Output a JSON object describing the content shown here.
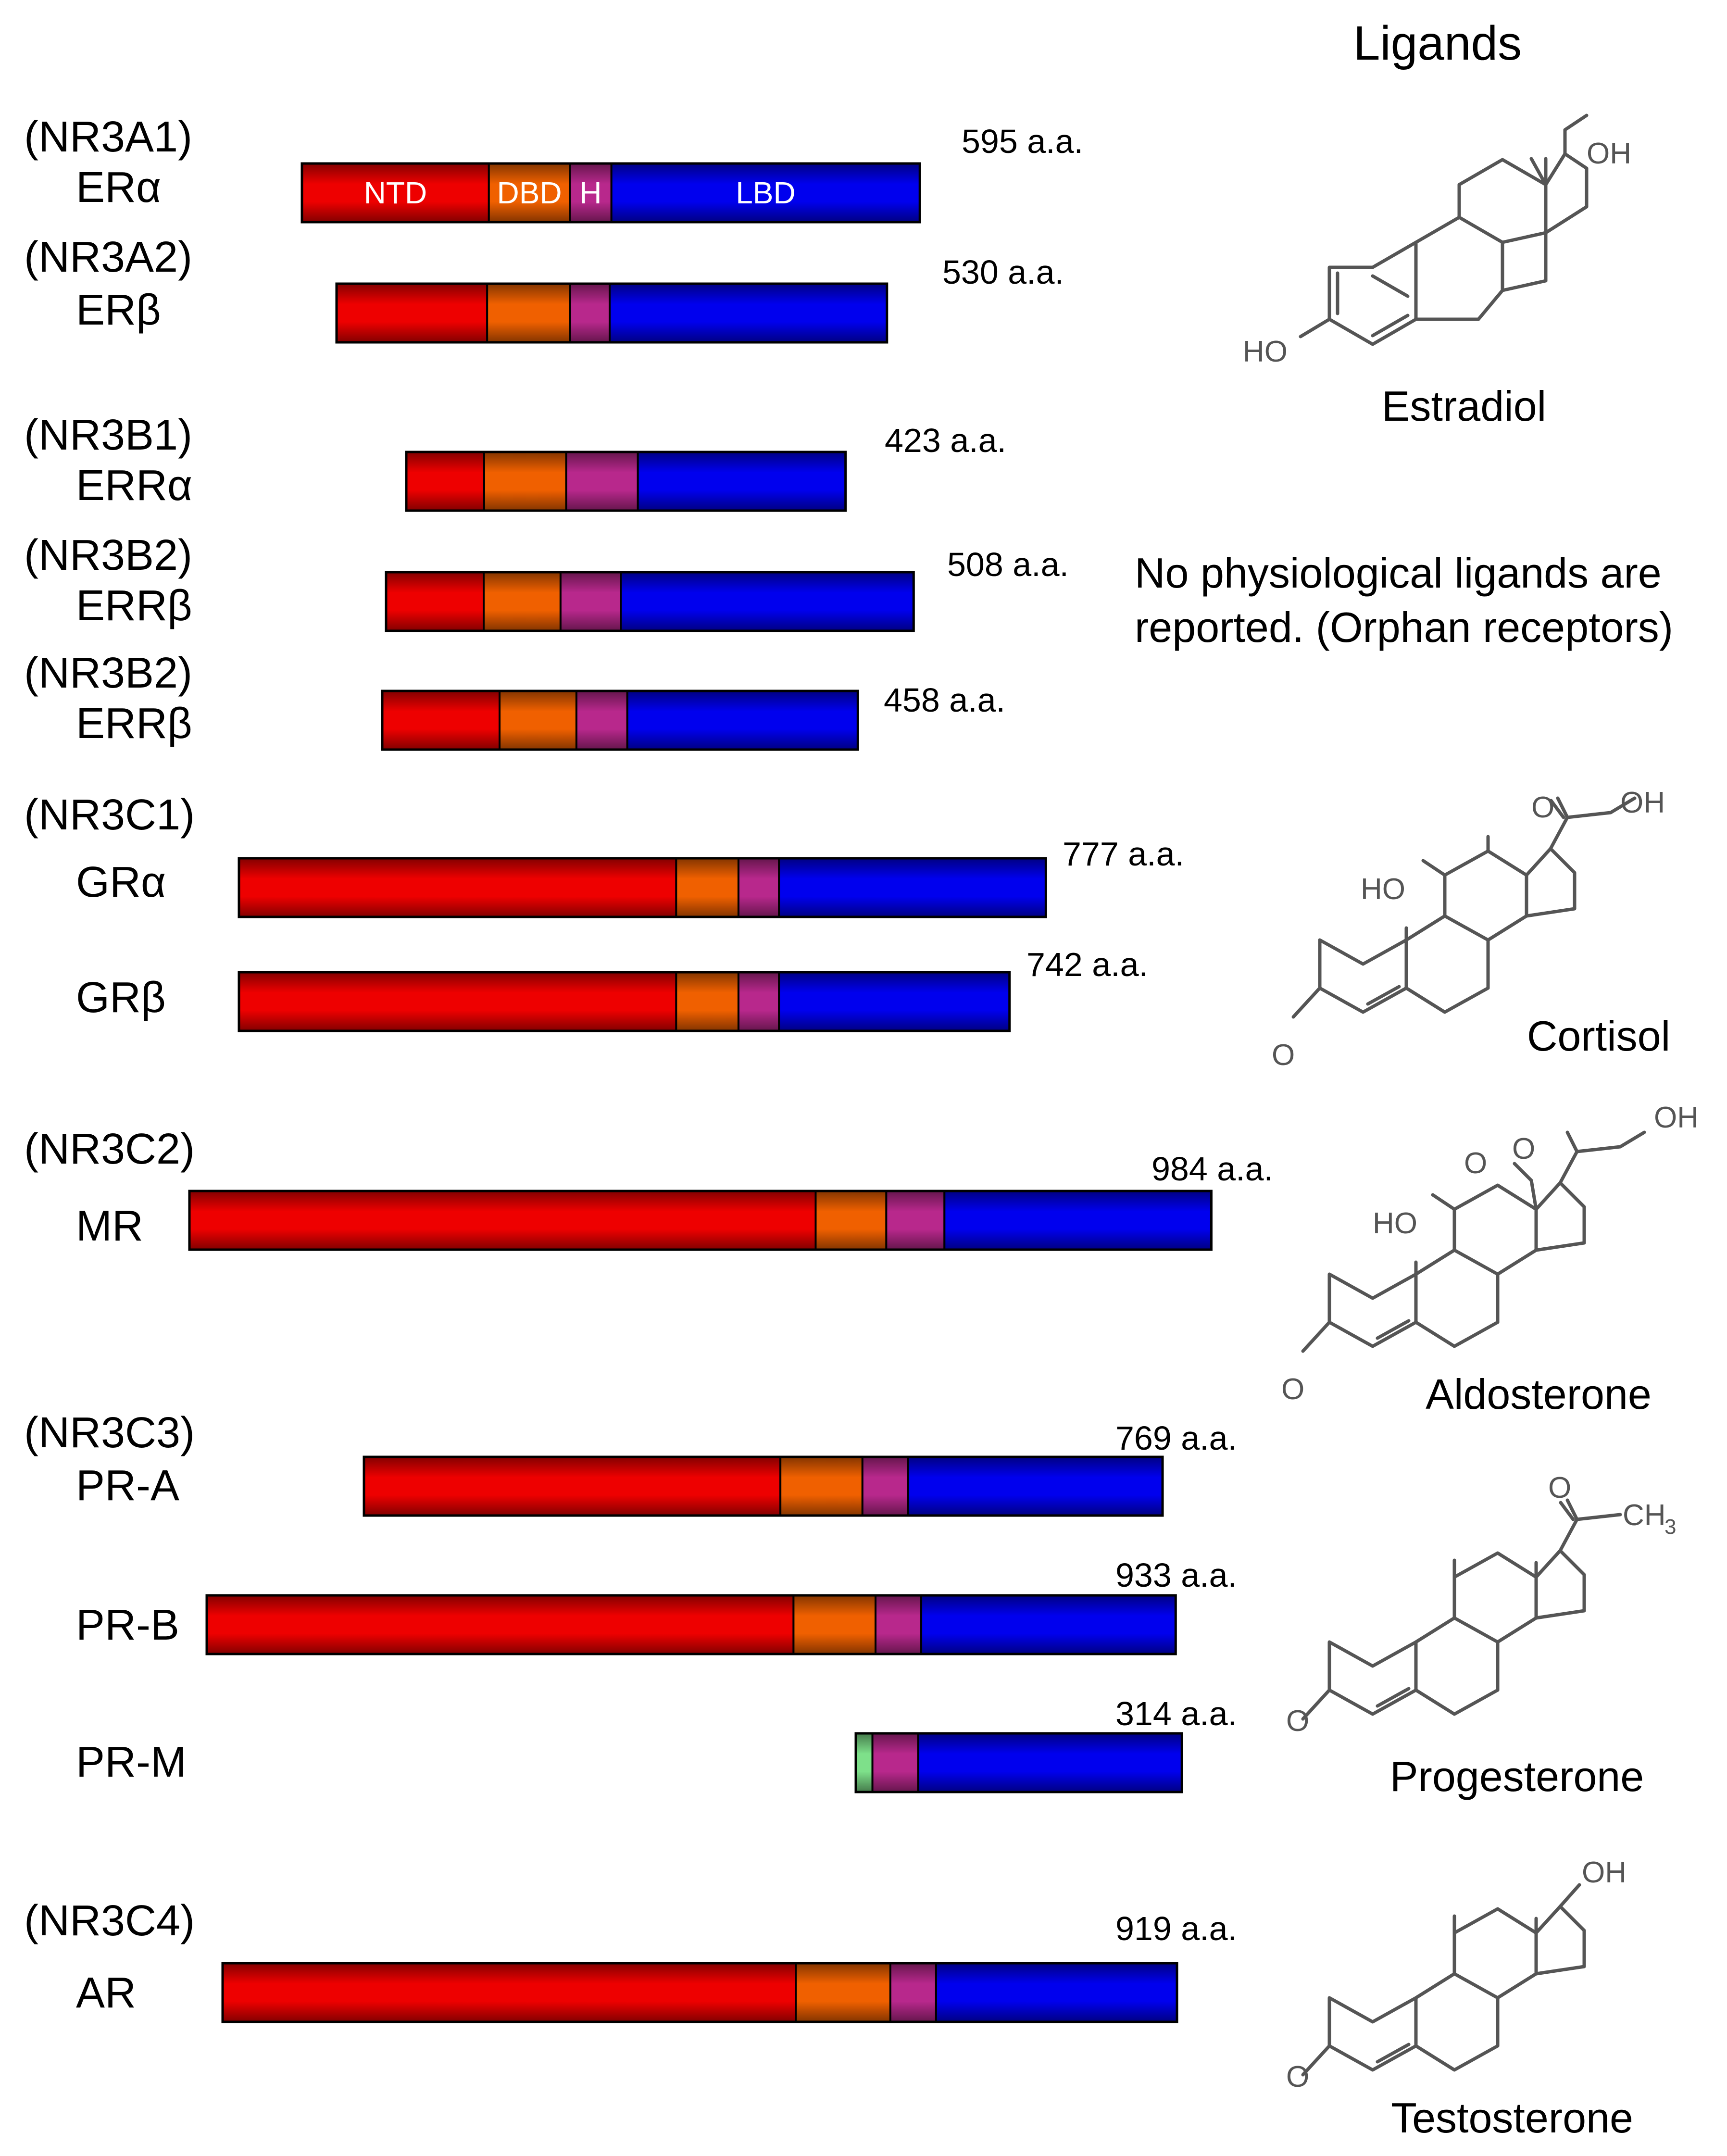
{
  "header": {
    "ligands_title": "Ligands"
  },
  "domain_colors": {
    "NTD": "#ee0000",
    "DBD": "#f06000",
    "H": "#b8288c",
    "LBD": "#0000ee",
    "PR_M_N": "#7ee08a"
  },
  "receptors": [
    {
      "id": "era",
      "family": "(NR3A1)",
      "name": "ERα",
      "length": "595 a.a.",
      "domains": [
        {
          "type": "NTD",
          "from": 0,
          "to": 180,
          "label": "NTD"
        },
        {
          "type": "DBD",
          "from": 180,
          "to": 258,
          "label": "DBD"
        },
        {
          "type": "H",
          "from": 258,
          "to": 298,
          "label": "H"
        },
        {
          "type": "LBD",
          "from": 298,
          "to": 595,
          "label": "LBD"
        }
      ]
    },
    {
      "id": "erb",
      "family": "(NR3A2)",
      "name": "ERβ",
      "length": "530 a.a.",
      "domains": [
        {
          "type": "NTD",
          "from": 0,
          "to": 145
        },
        {
          "type": "DBD",
          "from": 145,
          "to": 225
        },
        {
          "type": "H",
          "from": 225,
          "to": 263
        },
        {
          "type": "LBD",
          "from": 263,
          "to": 530
        }
      ]
    },
    {
      "id": "erra",
      "family": "(NR3B1)",
      "name": "ERRα",
      "length": "423 a.a.",
      "domains": [
        {
          "type": "NTD",
          "from": 0,
          "to": 75
        },
        {
          "type": "DBD",
          "from": 75,
          "to": 154
        },
        {
          "type": "H",
          "from": 154,
          "to": 223
        },
        {
          "type": "LBD",
          "from": 223,
          "to": 423
        }
      ]
    },
    {
      "id": "errb1",
      "family": "(NR3B2)",
      "name": "ERRβ",
      "length": "508 a.a.",
      "domains": [
        {
          "type": "NTD",
          "from": 0,
          "to": 94
        },
        {
          "type": "DBD",
          "from": 94,
          "to": 168
        },
        {
          "type": "H",
          "from": 168,
          "to": 226
        },
        {
          "type": "LBD",
          "from": 226,
          "to": 508
        }
      ]
    },
    {
      "id": "errb2",
      "family": "(NR3B2)",
      "name": "ERRβ",
      "length": "458 a.a.",
      "domains": [
        {
          "type": "NTD",
          "from": 0,
          "to": 113
        },
        {
          "type": "DBD",
          "from": 113,
          "to": 187
        },
        {
          "type": "H",
          "from": 187,
          "to": 236
        },
        {
          "type": "LBD",
          "from": 236,
          "to": 458
        }
      ]
    },
    {
      "id": "gra",
      "family": "(NR3C1)",
      "name": "GRα",
      "length": "777 a.a.",
      "domains": [
        {
          "type": "NTD",
          "from": 0,
          "to": 421
        },
        {
          "type": "DBD",
          "from": 421,
          "to": 481
        },
        {
          "type": "H",
          "from": 481,
          "to": 520
        },
        {
          "type": "LBD",
          "from": 520,
          "to": 777
        }
      ]
    },
    {
      "id": "grb",
      "family": "",
      "name": "GRβ",
      "length": "742 a.a.",
      "domains": [
        {
          "type": "NTD",
          "from": 0,
          "to": 421
        },
        {
          "type": "DBD",
          "from": 421,
          "to": 481
        },
        {
          "type": "H",
          "from": 481,
          "to": 520
        },
        {
          "type": "LBD",
          "from": 520,
          "to": 742
        }
      ]
    },
    {
      "id": "mr",
      "family": "(NR3C2)",
      "name": "MR",
      "length": "984 a.a.",
      "domains": [
        {
          "type": "NTD",
          "from": 0,
          "to": 603
        },
        {
          "type": "DBD",
          "from": 603,
          "to": 671
        },
        {
          "type": "H",
          "from": 671,
          "to": 727
        },
        {
          "type": "LBD",
          "from": 727,
          "to": 984
        }
      ]
    },
    {
      "id": "pra",
      "family": "(NR3C3)",
      "name": "PR-A",
      "length": "769 a.a.",
      "domains": [
        {
          "type": "NTD",
          "from": 0,
          "to": 401
        },
        {
          "type": "DBD",
          "from": 401,
          "to": 480
        },
        {
          "type": "H",
          "from": 480,
          "to": 524
        },
        {
          "type": "LBD",
          "from": 524,
          "to": 769
        }
      ]
    },
    {
      "id": "prb",
      "family": "",
      "name": "PR-B",
      "length": "933 a.a.",
      "domains": [
        {
          "type": "NTD",
          "from": 0,
          "to": 565
        },
        {
          "type": "DBD",
          "from": 565,
          "to": 644
        },
        {
          "type": "H",
          "from": 644,
          "to": 688
        },
        {
          "type": "LBD",
          "from": 688,
          "to": 933
        }
      ]
    },
    {
      "id": "prm",
      "family": "",
      "name": "PR-M",
      "length": "314 a.a.",
      "domains": [
        {
          "type": "PR_M_N",
          "from": 0,
          "to": 16
        },
        {
          "type": "H",
          "from": 16,
          "to": 60
        },
        {
          "type": "LBD",
          "from": 60,
          "to": 314
        }
      ]
    },
    {
      "id": "ar",
      "family": "(NR3C4)",
      "name": "AR",
      "length": "919 a.a.",
      "domains": [
        {
          "type": "NTD",
          "from": 0,
          "to": 552
        },
        {
          "type": "DBD",
          "from": 552,
          "to": 643
        },
        {
          "type": "H",
          "from": 643,
          "to": 687
        },
        {
          "type": "LBD",
          "from": 687,
          "to": 919
        }
      ]
    }
  ],
  "ligands": {
    "estradiol": {
      "name": "Estradiol",
      "atoms": [
        "OH",
        "HO"
      ]
    },
    "orphan_note": {
      "line1": "No physiological ligands are",
      "line2": "reported. (Orphan receptors)"
    },
    "cortisol": {
      "name": "Cortisol",
      "atoms": [
        "O",
        "OH",
        "HO",
        "O"
      ]
    },
    "aldosterone": {
      "name": "Aldosterone",
      "atoms": [
        "OH",
        "O",
        "O",
        "HO",
        "O"
      ]
    },
    "progesterone": {
      "name": "Progesterone",
      "atoms": [
        "O",
        "CH",
        "3",
        "O"
      ]
    },
    "testosterone": {
      "name": "Testosterone",
      "atoms": [
        "OH",
        "O"
      ]
    }
  }
}
